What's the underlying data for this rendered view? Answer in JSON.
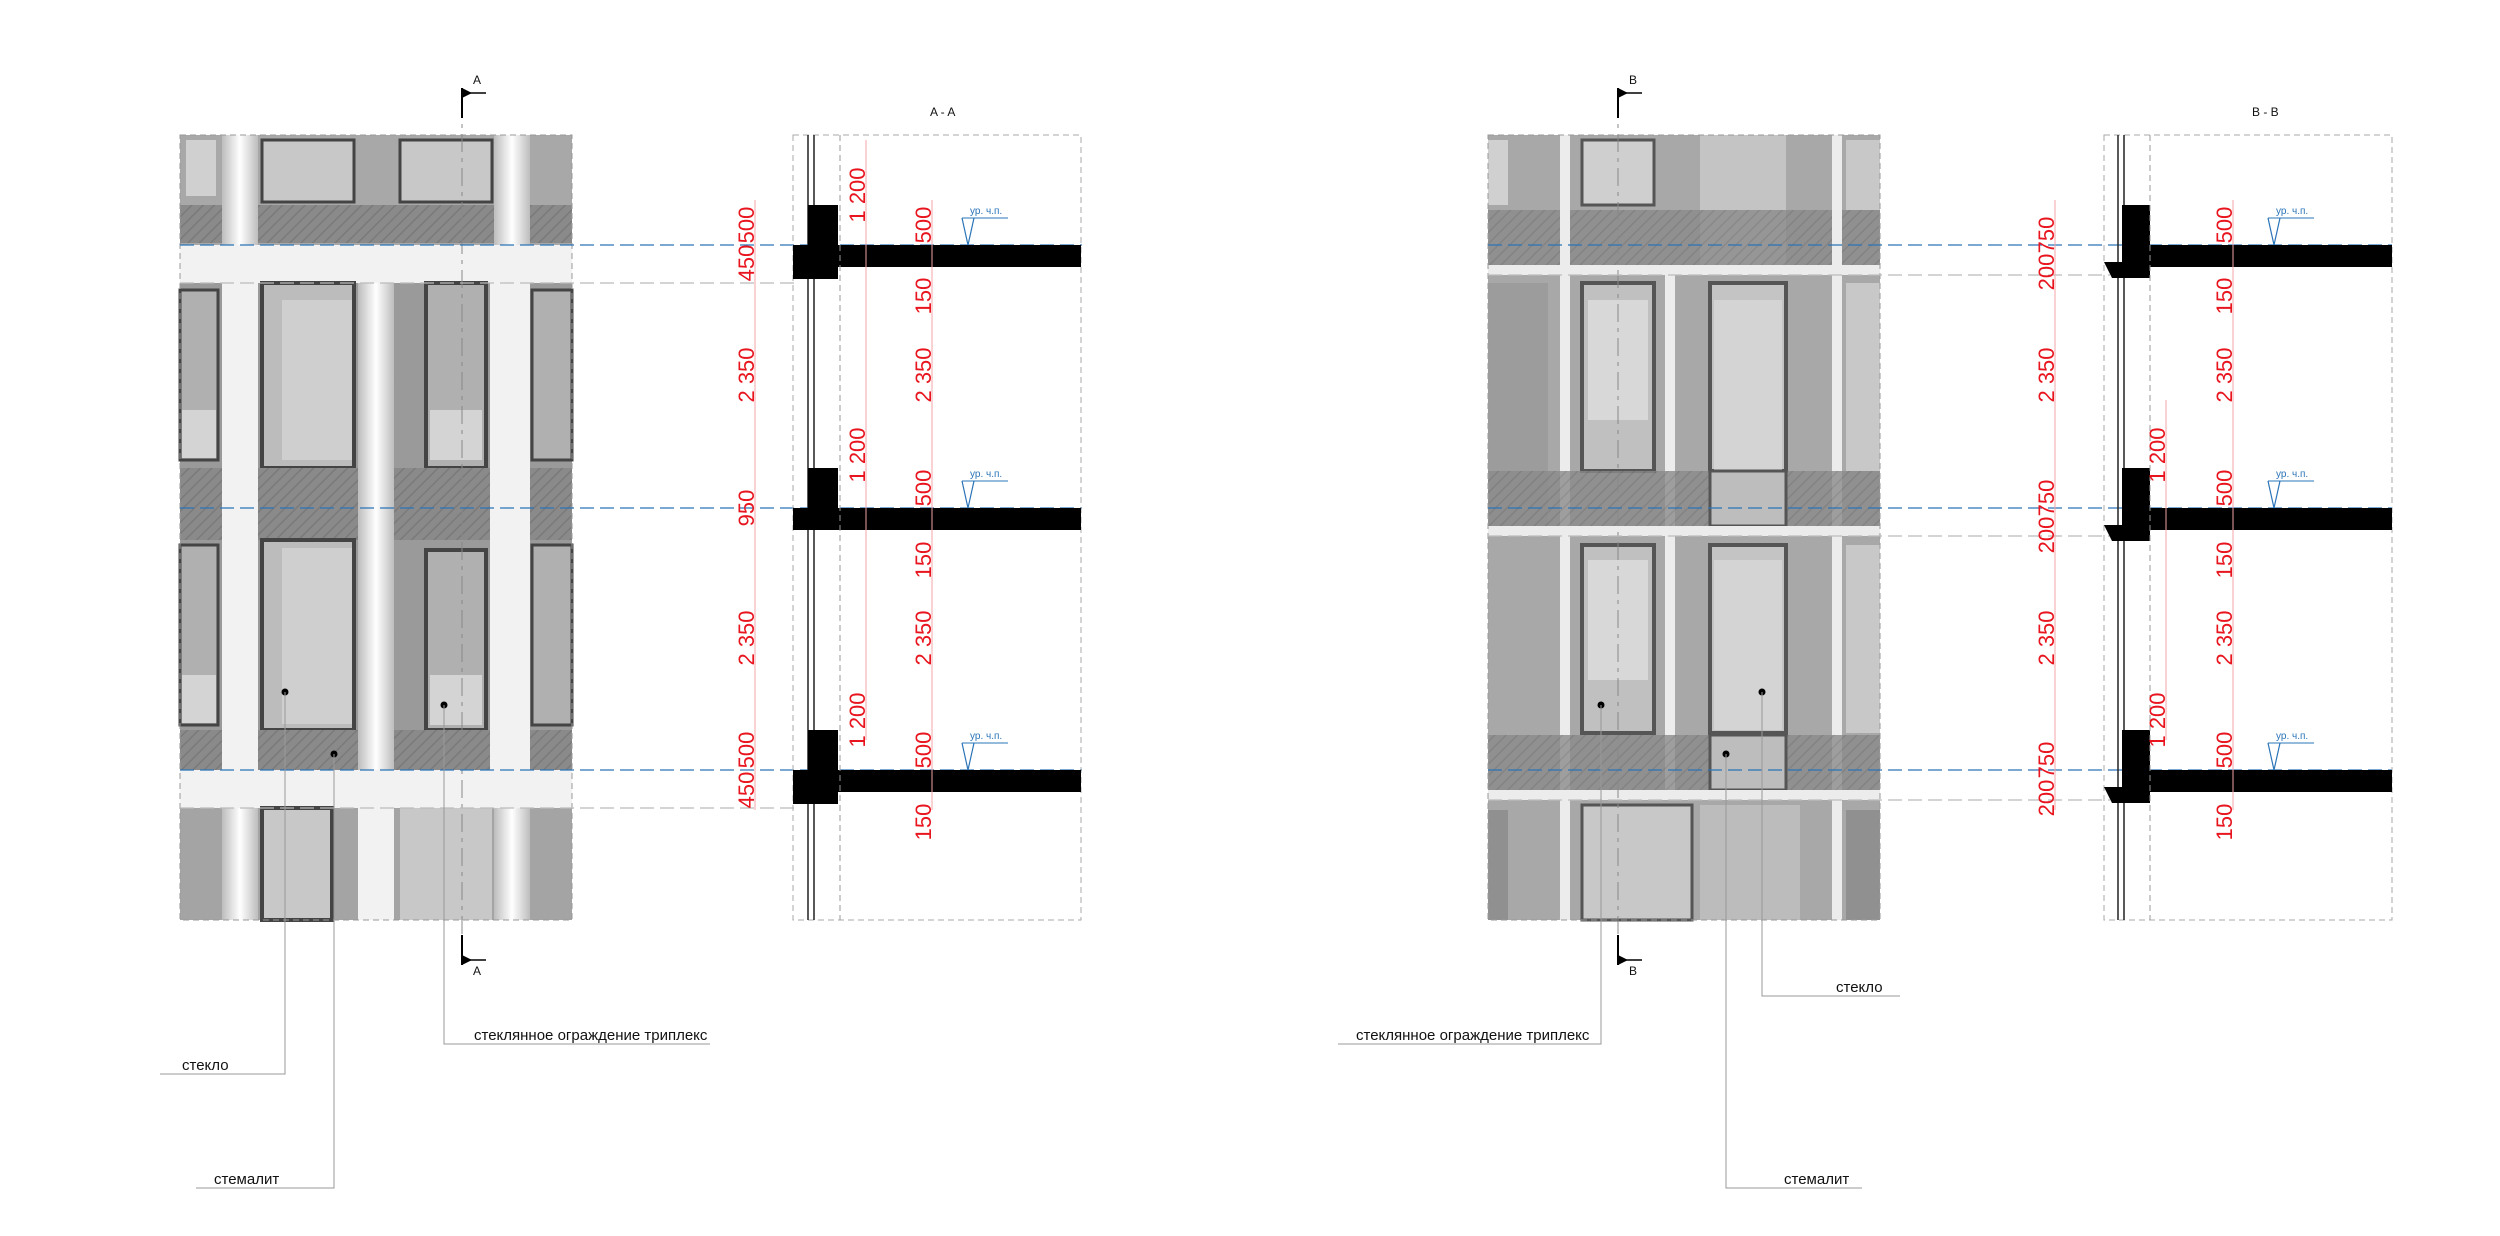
{
  "left": {
    "section_mark": "A",
    "section_title": "A - A",
    "dims_outer": [
      "500",
      "450",
      "2 350",
      "950",
      "2 350",
      "500",
      "450"
    ],
    "dims_inner": [
      "500",
      "150",
      "2 350",
      "500",
      "150",
      "2 350",
      "500",
      "150"
    ],
    "dims_window": [
      "1 200",
      "1 200",
      "1 200"
    ],
    "level_labels": [
      "ур. ч.п.",
      "ур. ч.п.",
      "ур. ч.п."
    ],
    "callouts": {
      "glass": "стекло",
      "stemalit": "стемалит",
      "triplex": "стеклянное ограждение триплекс"
    }
  },
  "right": {
    "section_mark": "B",
    "section_title": "B - B",
    "dims_outer": [
      "750",
      "200",
      "2 350",
      "750",
      "200",
      "2 350",
      "750",
      "200"
    ],
    "dims_inner": [
      "500",
      "150",
      "2 350",
      "500",
      "150",
      "2 350",
      "500",
      "150"
    ],
    "dims_window": [
      "1 200",
      "1 200"
    ],
    "level_labels": [
      "ур. ч.п.",
      "ур. ч.п.",
      "ур. ч.п."
    ],
    "callouts": {
      "glass": "стекло",
      "stemalit": "стемалит",
      "triplex": "стеклянное ограждение триплекс"
    }
  },
  "colors": {
    "dimension": "#e8141e",
    "level": "#2a74b8",
    "slab": "#000000",
    "frame_light": "#f2f2f2",
    "panel_mid": "#9a9a9a",
    "panel_dark": "#555555"
  }
}
